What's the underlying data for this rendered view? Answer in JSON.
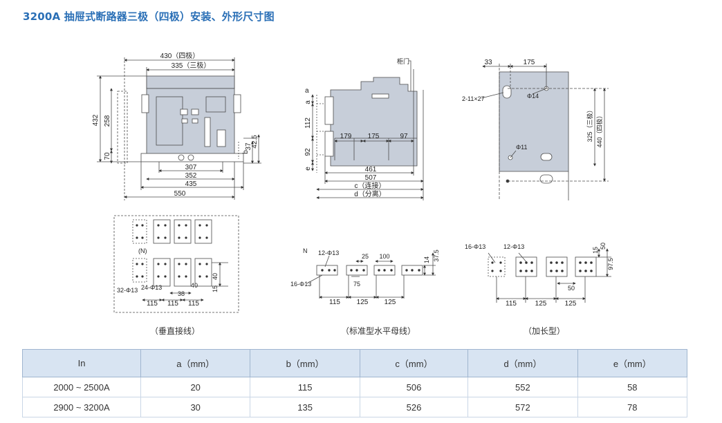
{
  "title": "3200A 抽屉式断路器三极（四极）安装、外形尺寸图",
  "colors": {
    "title": "#2a6fb6",
    "line": "#4a4a4a",
    "housing": "#c7ced9",
    "table_header": "#d8e4f2"
  },
  "front_view": {
    "d430": "430（四极）",
    "d335": "335（三极）",
    "d432": "432",
    "d258": "258",
    "d70": "70",
    "d37": "37",
    "d42_5": "42.5",
    "b": "b",
    "d307": "307",
    "d352": "352",
    "d435": "435",
    "d550": "550"
  },
  "side_view": {
    "cabinet_door": "柜门",
    "a": "a",
    "d112": "112",
    "d92": "92",
    "e": "e",
    "d179": "179",
    "d175": "175",
    "d97": "97",
    "d461": "461",
    "d507": "507",
    "c": "c（连接）",
    "d": "d（分离）"
  },
  "base_view": {
    "d33": "33",
    "d175": "175",
    "slot": "2-11×27",
    "phi14": "Φ14",
    "phi11": "Φ11",
    "d325": "325（三极）",
    "d440": "440（四极）"
  },
  "busbar_vertical": {
    "n": "(N)",
    "holes_32": "32-Φ13",
    "holes_24": "24-Φ13",
    "d40a": "40",
    "d40b": "40",
    "d15": "15",
    "d38": "38",
    "d115_1": "115",
    "d115_2": "115",
    "d115_3": "115",
    "caption": "（垂直接线）"
  },
  "busbar_standard": {
    "n": "N",
    "holes_12": "12-Φ13",
    "holes_16": "16-Φ13",
    "d25": "25",
    "d100": "100",
    "d37_5": "37.5",
    "d14": "14",
    "d75": "75",
    "d115": "115",
    "d125a": "125",
    "d125b": "125",
    "caption": "（标准型水平母线）"
  },
  "busbar_extended": {
    "holes_16": "16-Φ13",
    "holes_12": "12-Φ13",
    "d15": "15",
    "d50v": "50",
    "d97_5": "97.5",
    "d50h": "50",
    "d115": "115",
    "d125a": "125",
    "d125b": "125",
    "caption": "（加长型）"
  },
  "table": {
    "headers": [
      "In",
      "a（mm）",
      "b（mm）",
      "c（mm）",
      "d（mm）",
      "e（mm）"
    ],
    "rows": [
      [
        "2000 ~ 2500A",
        "20",
        "115",
        "506",
        "552",
        "58"
      ],
      [
        "2900 ~ 3200A",
        "30",
        "135",
        "526",
        "572",
        "78"
      ]
    ]
  }
}
